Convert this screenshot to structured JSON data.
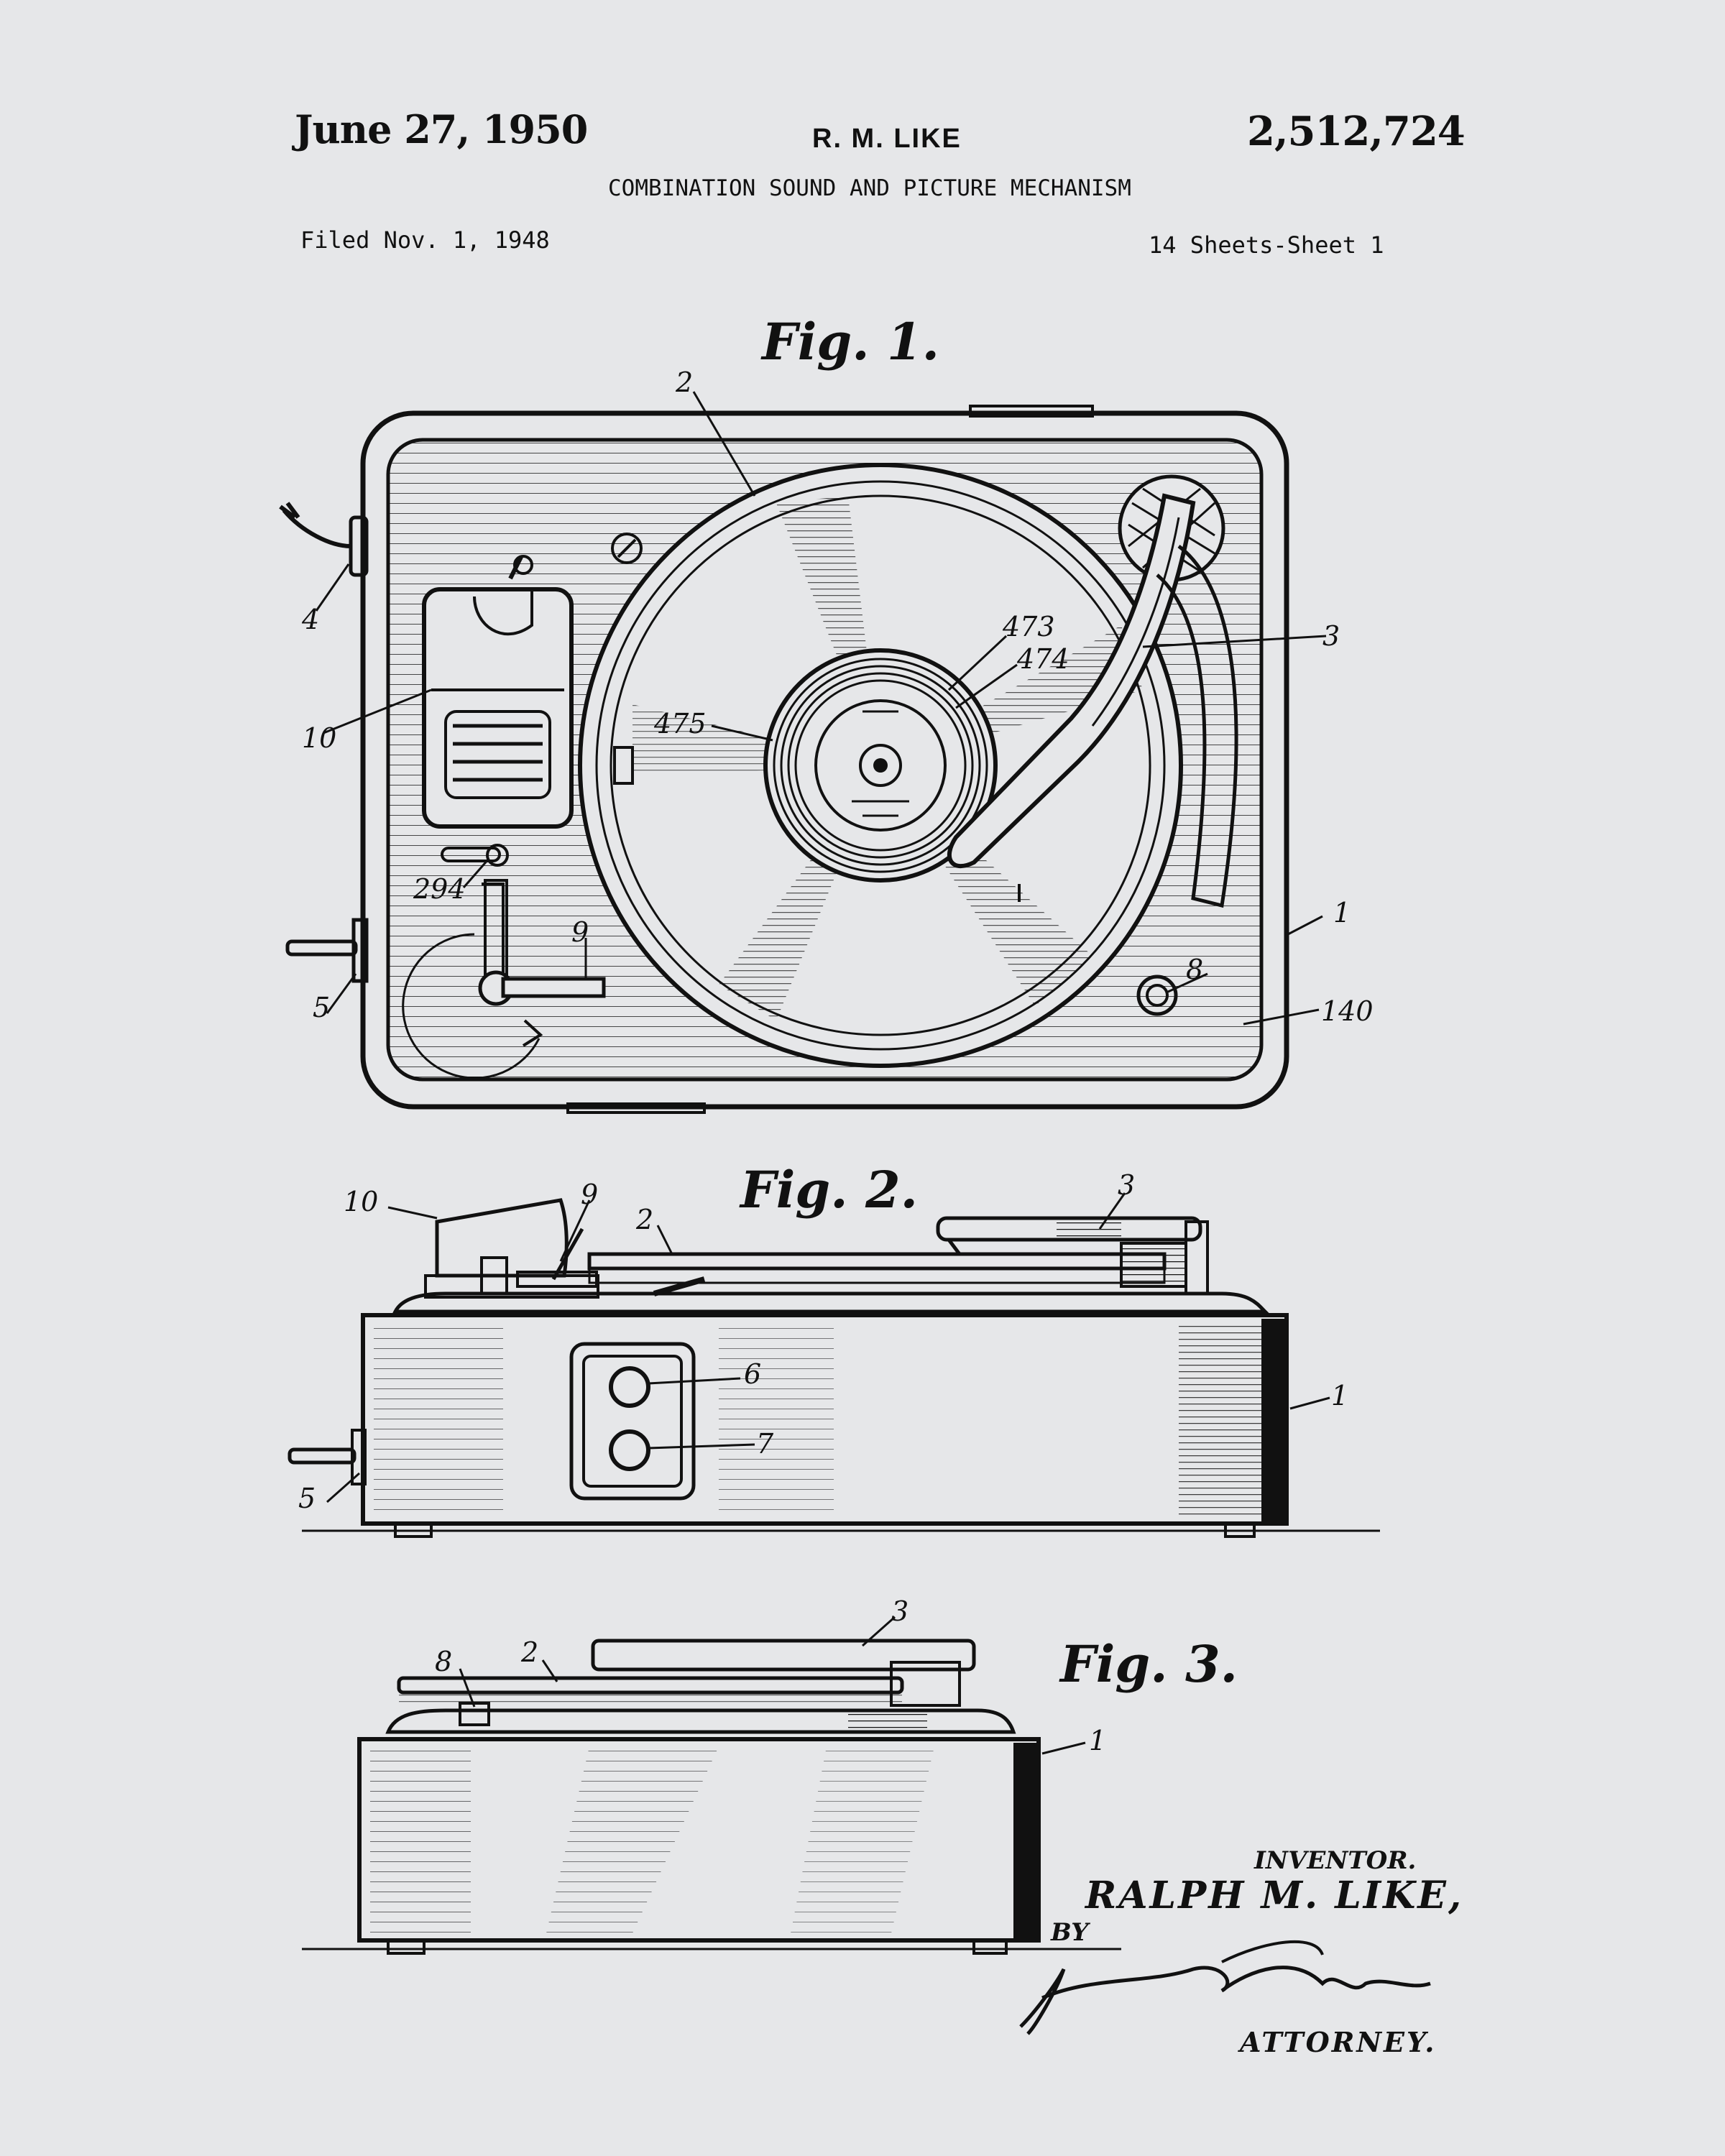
{
  "header": {
    "date": "June 27, 1950",
    "inventor_short": "R. M. LIKE",
    "patent_number": "2,512,724",
    "title": "COMBINATION SOUND AND PICTURE MECHANISM",
    "filed": "Filed Nov. 1, 1948",
    "sheets": "14 Sheets-Sheet 1"
  },
  "figures": {
    "fig1": {
      "caption": "Fig. 1.",
      "labels": {
        "l2": "2",
        "l3": "3",
        "l4": "4",
        "l5": "5",
        "l1": "1",
        "l8": "8",
        "l9": "9",
        "l10": "10",
        "l140": "140",
        "l294": "294",
        "l473": "473",
        "l474": "474",
        "l475": "475"
      }
    },
    "fig2": {
      "caption": "Fig. 2.",
      "labels": {
        "l10": "10",
        "l9": "9",
        "l2": "2",
        "l3": "3",
        "l1": "1",
        "l5": "5",
        "l6": "6",
        "l7": "7"
      }
    },
    "fig3": {
      "caption": "Fig. 3.",
      "labels": {
        "l8": "8",
        "l2": "2",
        "l3": "3",
        "l1": "1"
      }
    }
  },
  "signature": {
    "inventor_label": "INVENTOR.",
    "inventor_name": "RALPH M. LIKE,",
    "by": "BY",
    "attorney_label": "ATTORNEY."
  },
  "colors": {
    "background": "#e6e7e9",
    "ink": "#111111"
  }
}
